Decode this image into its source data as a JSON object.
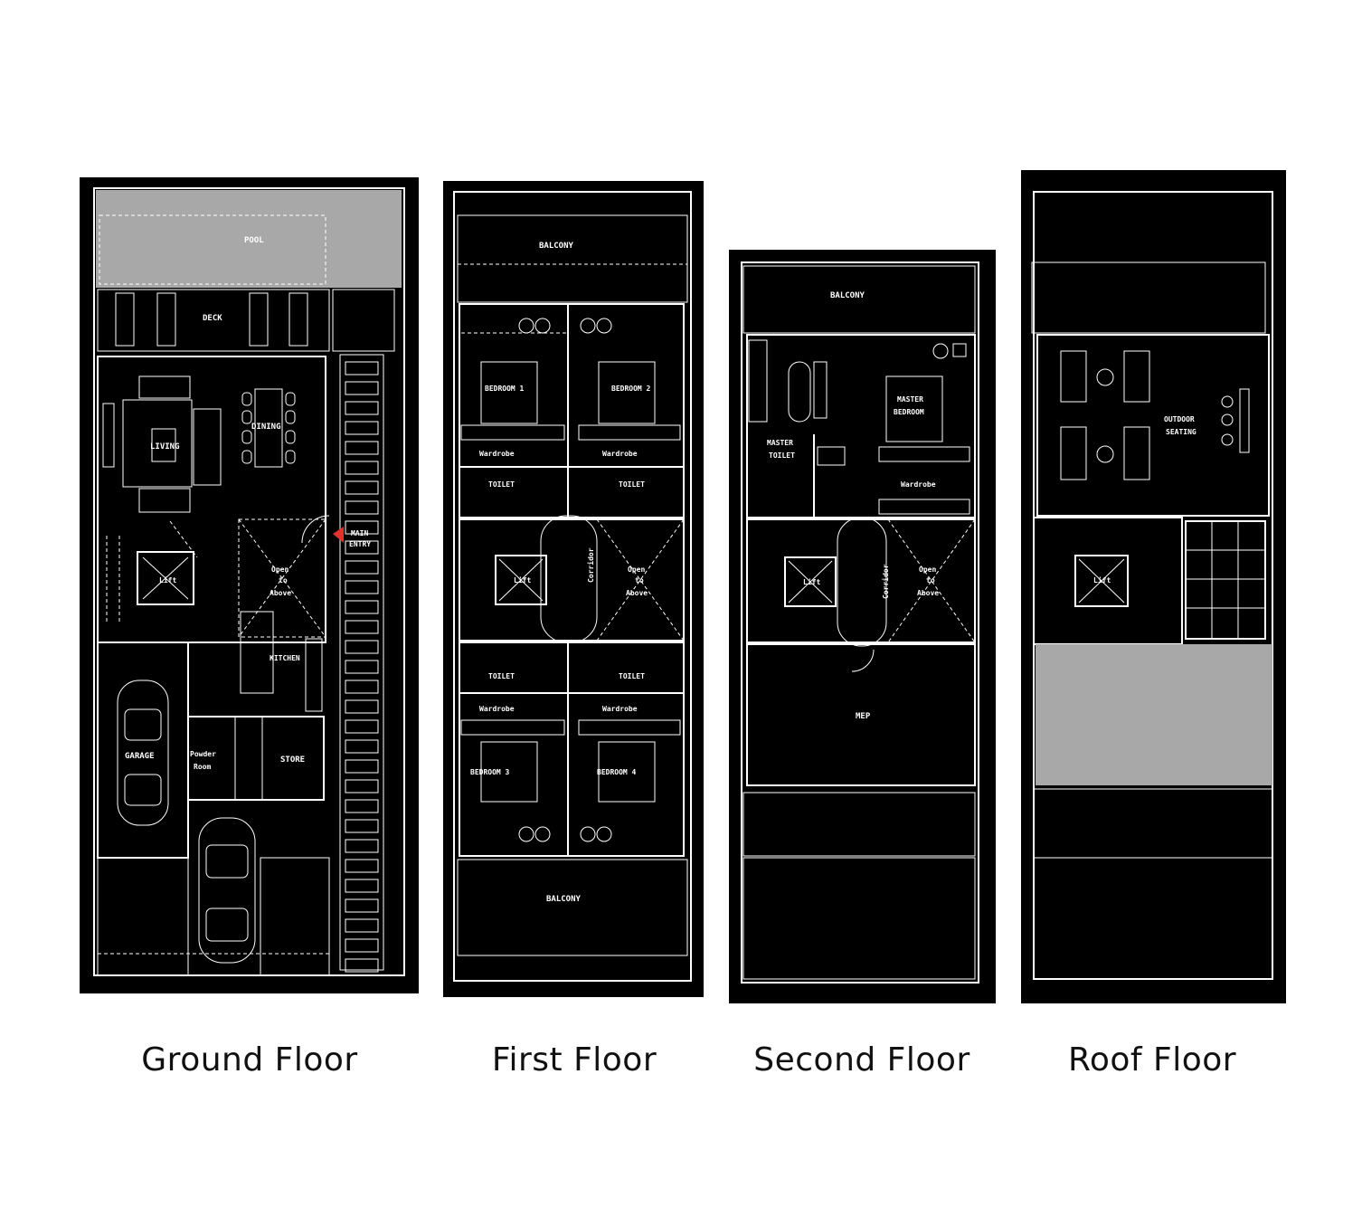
{
  "floors": [
    {
      "caption": "Ground Floor",
      "rooms": {
        "pool": "POOL",
        "deck": "DECK",
        "living": "LIVING",
        "dining": "DINING",
        "lift": "Lift",
        "open_to_above_1": "Open",
        "open_to_above_2": "to",
        "open_to_above_3": "Above",
        "main_entry_1": "MAIN",
        "main_entry_2": "ENTRY",
        "kitchen": "KITCHEN",
        "garage": "GARAGE",
        "powder_1": "Powder",
        "powder_2": "Room",
        "store": "STORE"
      }
    },
    {
      "caption": "First Floor",
      "rooms": {
        "balcony_top": "BALCONY",
        "bedroom1": "BEDROOM 1",
        "bedroom2": "BEDROOM 2",
        "wardrobe1": "Wardrobe",
        "wardrobe2": "Wardrobe",
        "toilet1": "TOILET",
        "toilet2": "TOILET",
        "lift": "Lift",
        "corridor": "Corridor",
        "open_1": "Open",
        "open_2": "to",
        "open_3": "Above",
        "toilet3": "TOILET",
        "toilet4": "TOILET",
        "wardrobe3": "Wardrobe",
        "wardrobe4": "Wardrobe",
        "bedroom3": "BEDROOM 3",
        "bedroom4": "BEDROOM 4",
        "balcony_bottom": "BALCONY"
      }
    },
    {
      "caption": "Second Floor",
      "rooms": {
        "balcony": "BALCONY",
        "master_bedroom_1": "MASTER",
        "master_bedroom_2": "BEDROOM",
        "master_toilet_1": "MASTER",
        "master_toilet_2": "TOILET",
        "wardrobe": "Wardrobe",
        "lift": "Lift",
        "corridor": "Corridor",
        "open_1": "Open",
        "open_2": "to",
        "open_3": "Above",
        "mep": "MEP"
      }
    },
    {
      "caption": "Roof Floor",
      "rooms": {
        "outdoor_1": "OUTDOOR",
        "outdoor_2": "SEATING",
        "lift": "Lift"
      }
    }
  ],
  "colors": {
    "plan_bg": "#000000",
    "lines": "#ffffff",
    "pool_fill": "#a8a8a8",
    "entry_marker": "#e0322f"
  }
}
